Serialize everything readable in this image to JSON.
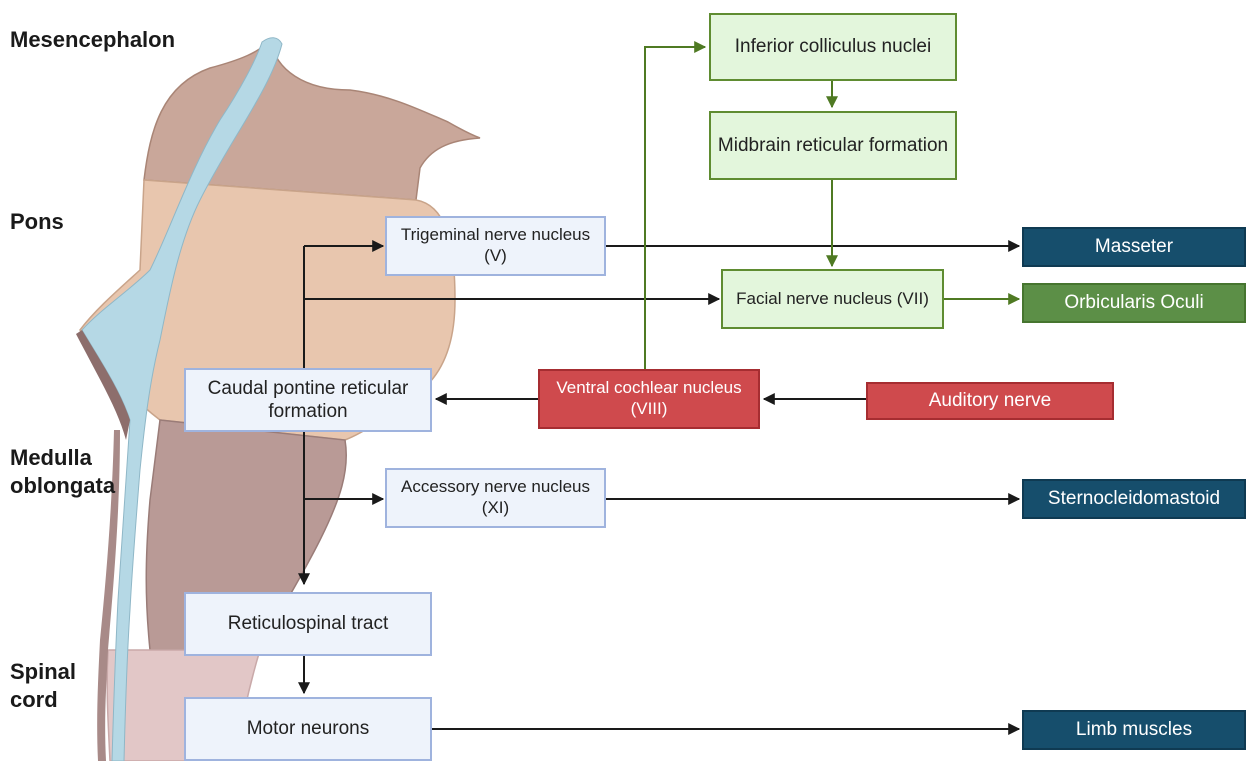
{
  "regions": {
    "mesencephalon": "Mesencephalon",
    "pons": "Pons",
    "medulla": "Medulla oblongata",
    "spinal": "Spinal cord"
  },
  "nodes": {
    "inferior_colliculus": "Inferior colliculus nuclei",
    "midbrain_reticular": "Midbrain reticular formation",
    "trigeminal": "Trigeminal nerve nucleus (V)",
    "facial": "Facial nerve nucleus (VII)",
    "caudal_pontine": "Caudal pontine reticular formation",
    "ventral_cochlear": "Ventral cochlear nucleus (VIII)",
    "auditory_nerve": "Auditory nerve",
    "accessory": "Accessory nerve nucleus (XI)",
    "reticulospinal": "Reticulospinal tract",
    "motor_neurons": "Motor neurons",
    "masseter": "Masseter",
    "orbicularis": "Orbicularis Oculi",
    "sternocleidomastoid": "Sternocleidomastoid",
    "limb_muscles": "Limb muscles"
  },
  "colors": {
    "brainstem_pons": "#e8c6ae",
    "brainstem_midbrain": "#c9a79a",
    "brainstem_medulla": "#b99a96",
    "spinal_cord": "#e2c7c7",
    "ventricle": "#b5d8e5",
    "arrow_black": "#1a1a1a",
    "arrow_green": "#4f7a23"
  }
}
